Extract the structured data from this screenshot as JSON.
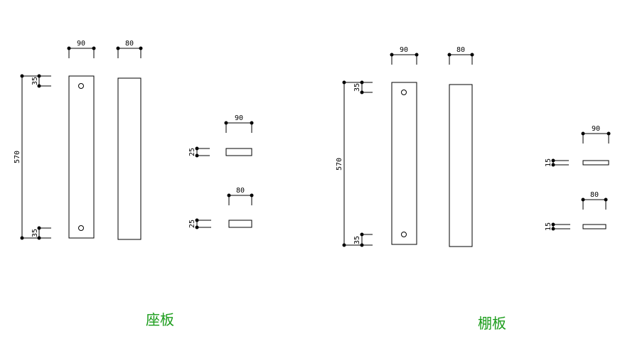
{
  "drawing": {
    "seat": {
      "caption": "座板",
      "length_label": "570",
      "top_offset_label": "35",
      "bottom_offset_label": "35",
      "front_width_label": "90",
      "side_width_label": "80",
      "section_front_width_label": "90",
      "section_front_thickness_label": "25",
      "section_side_width_label": "80",
      "section_side_thickness_label": "25"
    },
    "shelf": {
      "caption": "棚板",
      "length_label": "570",
      "top_offset_label": "35",
      "bottom_offset_label": "35",
      "front_width_label": "90",
      "side_width_label": "80",
      "section_front_width_label": "90",
      "section_front_thickness_label": "15",
      "section_side_width_label": "80",
      "section_side_thickness_label": "15"
    }
  },
  "colors": {
    "line": "#000000",
    "caption": "#1a9c1a",
    "background": "#ffffff"
  }
}
